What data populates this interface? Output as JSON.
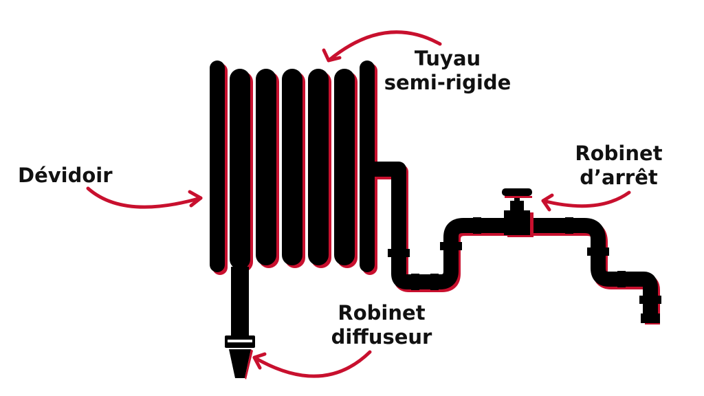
{
  "labels": {
    "devidoir": "Dévidoir",
    "tuyau_line1": "Tuyau",
    "tuyau_line2": "semi-rigide",
    "robinet_arret_line1": "Robinet",
    "robinet_arret_line2": "d’arrêt",
    "robinet_diffuseur_line1": "Robinet",
    "robinet_diffuseur_line2": "diffuseur"
  },
  "colors": {
    "pipe": "#000000",
    "shadow": "#c8102e",
    "arrow": "#c8102e",
    "text": "#111111",
    "background": "#ffffff"
  }
}
